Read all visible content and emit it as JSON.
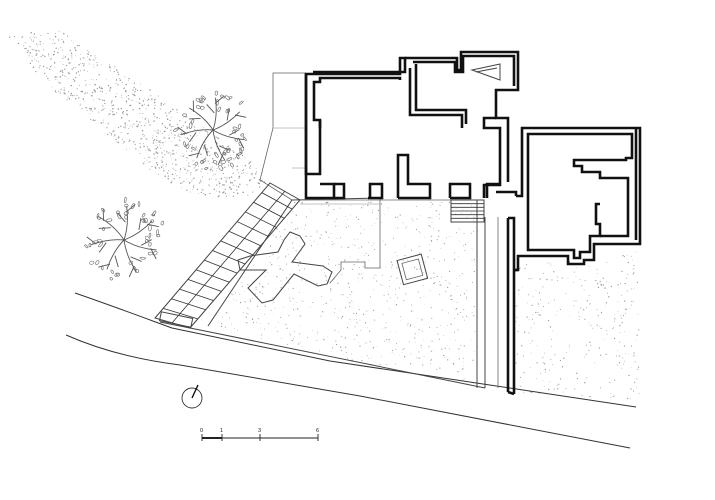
{
  "scale_bar": {
    "labels": [
      "0",
      "1",
      "3",
      "6"
    ]
  },
  "symbols": {
    "north": "north-arrow-icon",
    "tree": "tree-icon"
  }
}
